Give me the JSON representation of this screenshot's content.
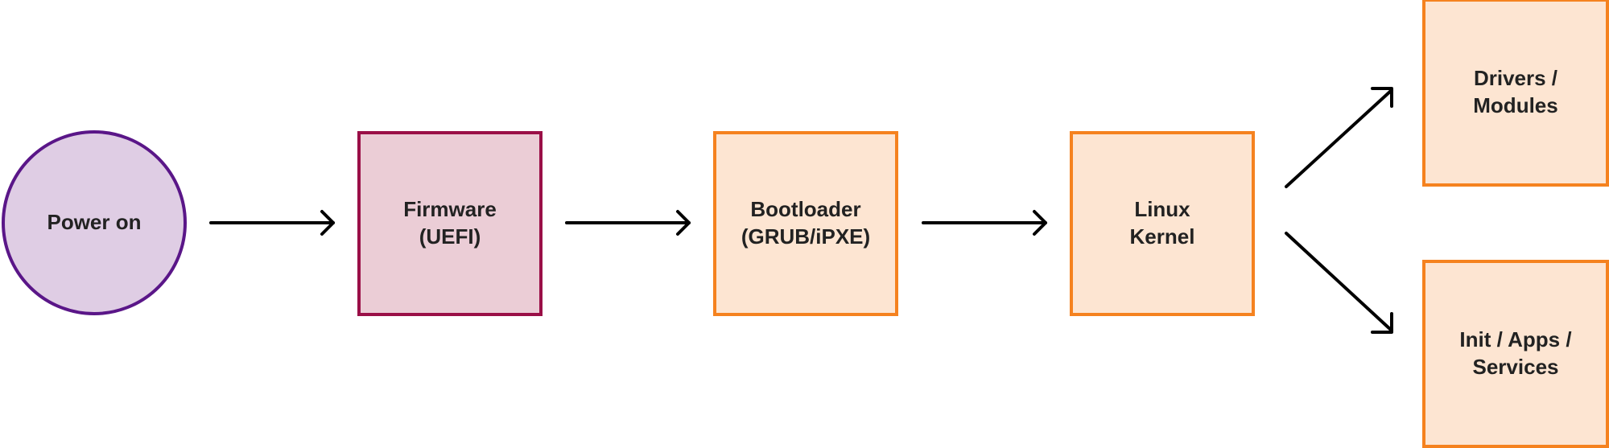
{
  "nodes": {
    "power": "Power on",
    "firmware": "Firmware\n(UEFI)",
    "bootloader": "Bootloader\n(GRUB/iPXE)",
    "kernel": "Linux\nKernel",
    "drivers": "Drivers /\nModules",
    "init": "Init / Apps /\nServices"
  },
  "colors": {
    "power_border": "#5a1688",
    "power_fill": "#dfcde4",
    "firmware_border": "#9a0f47",
    "firmware_fill": "#ebcdd6",
    "stage_border": "#f5821f",
    "stage_fill": "#fde5d2"
  }
}
